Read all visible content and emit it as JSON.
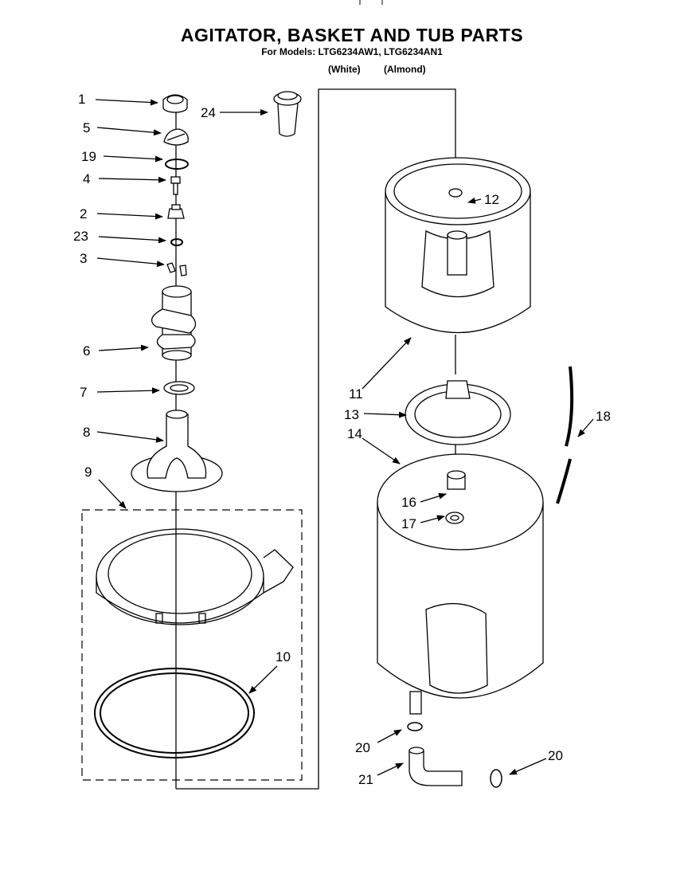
{
  "header": {
    "title": "AGITATOR, BASKET AND TUB PARTS",
    "models_line": "For Models: LTG6234AW1, LTG6234AN1",
    "variant_white": "(White)",
    "variant_almond": "(Almond)"
  },
  "callouts": [
    "1",
    "5",
    "19",
    "4",
    "2",
    "23",
    "3",
    "6",
    "7",
    "8",
    "9",
    "10",
    "24",
    "12",
    "11",
    "13",
    "14",
    "16",
    "17",
    "18",
    "20",
    "21",
    "20"
  ]
}
